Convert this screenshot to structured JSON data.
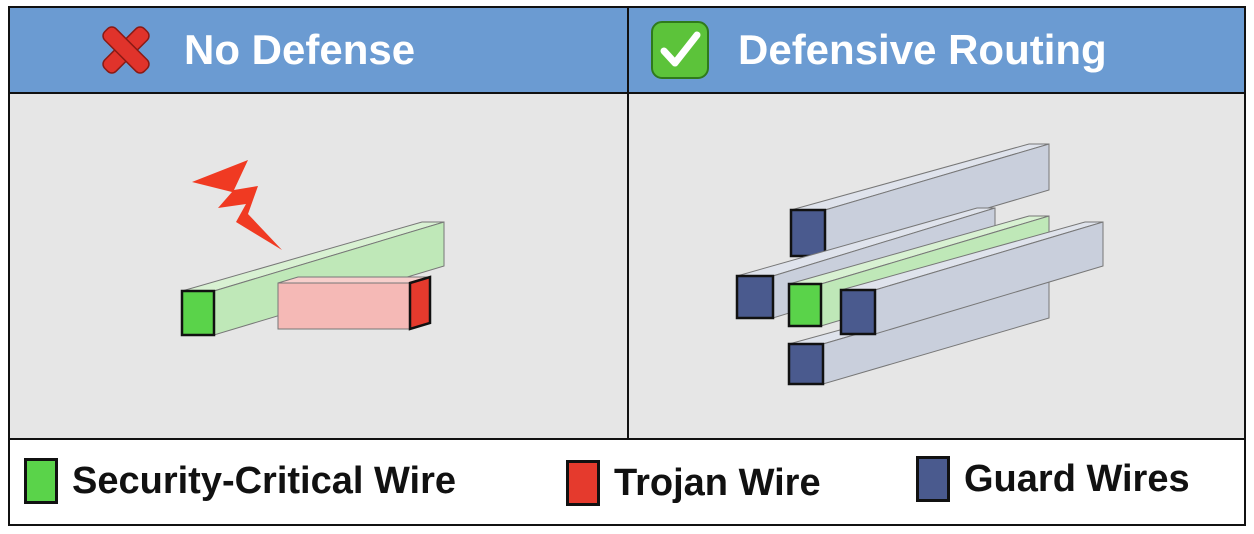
{
  "panels": {
    "left": {
      "title": "No Defense",
      "icon": "cross-mark-icon"
    },
    "right": {
      "title": "Defensive Routing",
      "icon": "check-mark-icon"
    }
  },
  "legend": [
    {
      "label": "Security-Critical Wire",
      "color": "#5ad34a"
    },
    {
      "label": "Trojan Wire",
      "color": "#e53a2d"
    },
    {
      "label": "Guard Wires",
      "color": "#4a5a8e"
    }
  ],
  "colors": {
    "header": "#6b9bd2",
    "panel_bg": "#e6e6e6",
    "security_face": "#5ad34a",
    "security_body": "#bfe8b8",
    "trojan_face": "#e53a2d",
    "trojan_body": "#f5b9b6",
    "guard_face": "#4a5a8e",
    "guard_body": "#c9cfdc",
    "lightning": "#f03a22"
  }
}
